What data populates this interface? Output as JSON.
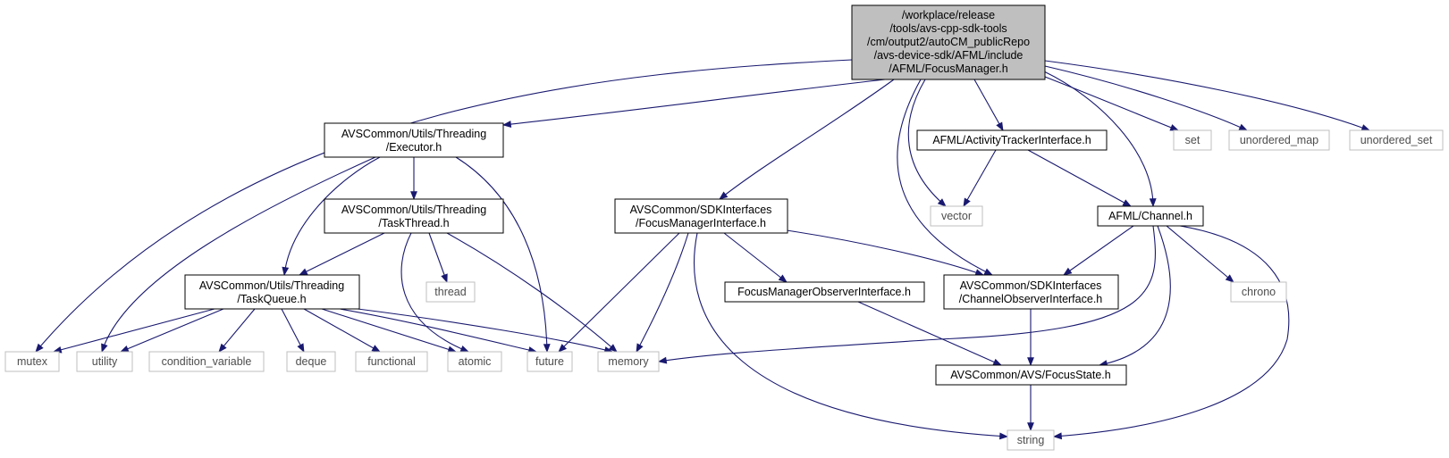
{
  "diagram": {
    "root": {
      "lines": [
        "/workplace/release",
        "/tools/avs-cpp-sdk-tools",
        "/cm/output2/autoCM_publicRepo",
        "/avs-device-sdk/AFML/include",
        "/AFML/FocusManager.h"
      ]
    },
    "headers": {
      "executor": [
        "AVSCommon/Utils/Threading",
        "/Executor.h"
      ],
      "task_thread": [
        "AVSCommon/Utils/Threading",
        "/TaskThread.h"
      ],
      "task_queue": [
        "AVSCommon/Utils/Threading",
        "/TaskQueue.h"
      ],
      "focus_manager_interface": [
        "AVSCommon/SDKInterfaces",
        "/FocusManagerInterface.h"
      ],
      "focus_manager_observer": [
        "FocusManagerObserverInterface.h"
      ],
      "channel_observer": [
        "AVSCommon/SDKInterfaces",
        "/ChannelObserverInterface.h"
      ],
      "activity_tracker": [
        "AFML/ActivityTrackerInterface.h"
      ],
      "channel": [
        "AFML/Channel.h"
      ],
      "focus_state": [
        "AVSCommon/AVS/FocusState.h"
      ]
    },
    "std_libs": {
      "mutex": "mutex",
      "utility": "utility",
      "condition_variable": "condition_variable",
      "deque": "deque",
      "functional": "functional",
      "atomic": "atomic",
      "future": "future",
      "memory": "memory",
      "thread": "thread",
      "string": "string",
      "vector": "vector",
      "chrono": "chrono",
      "set": "set",
      "unordered_map": "unordered_map",
      "unordered_set": "unordered_set"
    },
    "colors": {
      "edge": "#191970",
      "root_fill": "#bfbfbf",
      "header_border": "#000000",
      "std_border": "#bfbfbf"
    }
  }
}
